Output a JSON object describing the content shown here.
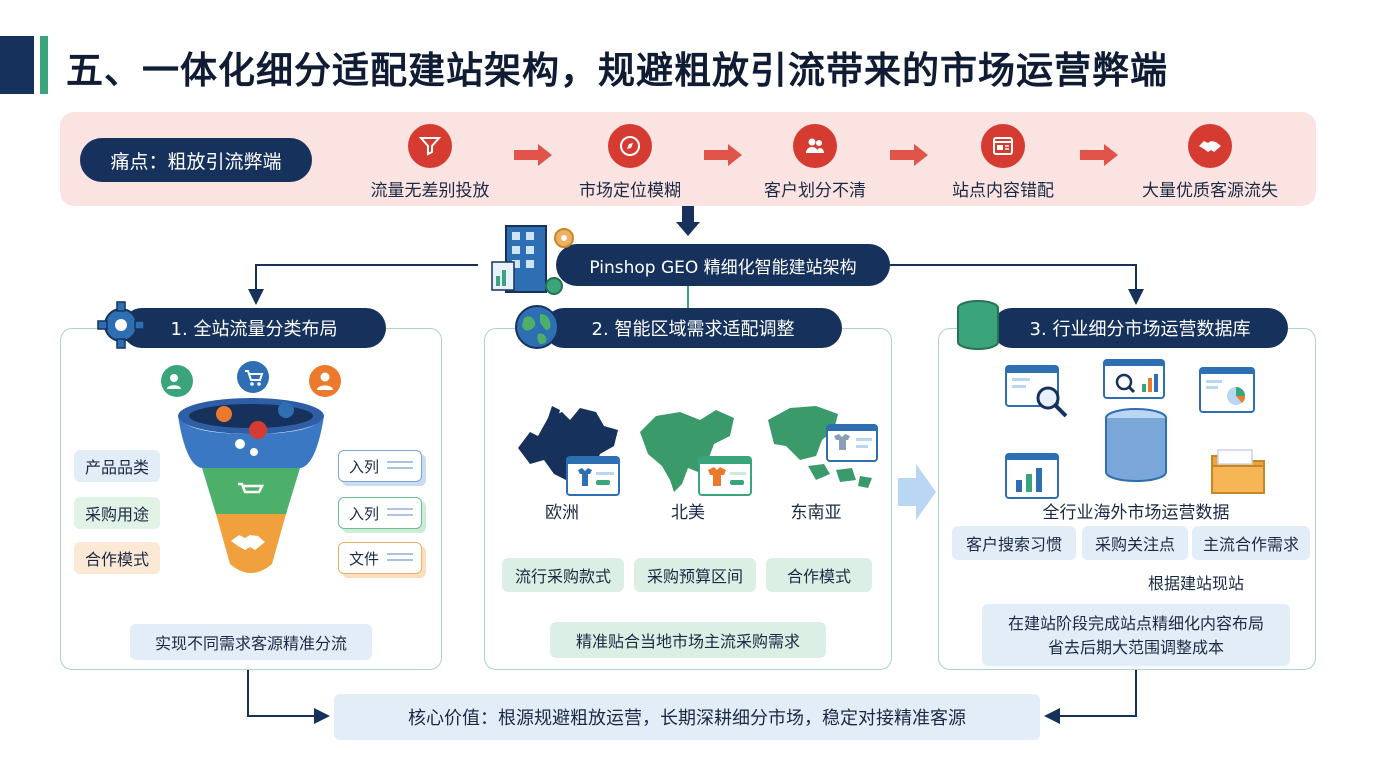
{
  "title": "五、一体化细分适配建站架构，规避粗放引流带来的市场运营弊端",
  "pain_point": {
    "label": "痛点：粗放引流弊端",
    "items": [
      {
        "text": "流量无差别投放",
        "icon": "funnel-icon"
      },
      {
        "text": "市场定位模糊",
        "icon": "compass-icon"
      },
      {
        "text": "客户划分不清",
        "icon": "users-icon"
      },
      {
        "text": "站点内容错配",
        "icon": "webpage-icon"
      },
      {
        "text": "大量优质客源流失",
        "icon": "handshake-icon"
      }
    ]
  },
  "hub": {
    "label": "Pinshop GEO 精细化智能建站架构"
  },
  "section1": {
    "title": "1. 全站流量分类布局",
    "categories": [
      "产品品类",
      "采购用途",
      "合作模式"
    ],
    "cards": [
      "入列",
      "入列",
      "文件"
    ],
    "result": "实现不同需求客源精准分流"
  },
  "section2": {
    "title": "2. 智能区域需求适配调整",
    "regions": [
      "欧洲",
      "北美",
      "东南亚"
    ],
    "tags": [
      "流行采购款式",
      "采购预算区间",
      "合作模式"
    ],
    "result": "精准贴合当地市场主流采购需求"
  },
  "section3": {
    "title": "3. 行业细分市场运营数据库",
    "db_label": "全行业海外市场运营数据",
    "tags": [
      "客户搜索习惯",
      "采购关注点",
      "主流合作需求"
    ],
    "basis": "根据建站现站",
    "result_line1": "在建站阶段完成站点精细化内容布局",
    "result_line2": "省去后期大范围调整成本"
  },
  "core_value": "核心价值：根源规避粗放运营，长期深耕细分市场，稳定对接精准客源",
  "colors": {
    "navy": "#16325c",
    "green_accent": "#3aa57a",
    "pain_red": "#d63b32",
    "pain_bg": "#fbe3e1",
    "panel_border": "#a9d3c9"
  }
}
